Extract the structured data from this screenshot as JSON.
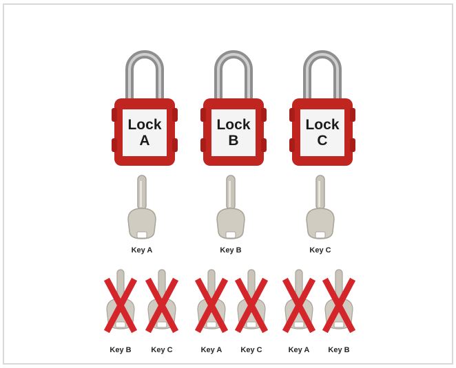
{
  "locks": [
    {
      "line1": "Lock",
      "line2": "A"
    },
    {
      "line1": "Lock",
      "line2": "B"
    },
    {
      "line1": "Lock",
      "line2": "C"
    }
  ],
  "correct_keys": [
    {
      "label": "Key A"
    },
    {
      "label": "Key B"
    },
    {
      "label": "Key C"
    }
  ],
  "wrong_keys": [
    {
      "label": "Key B"
    },
    {
      "label": "Key C"
    },
    {
      "label": "Key A"
    },
    {
      "label": "Key C"
    },
    {
      "label": "Key A"
    },
    {
      "label": "Key B"
    }
  ],
  "colors": {
    "lock_red": "#c0251f",
    "shackle_steel": "#9a9a9a",
    "label_white": "#f4f4f4",
    "key_silver": "#d0ccc2",
    "cross_red": "#d4262a"
  },
  "icons": [
    "padlock-icon",
    "key-icon",
    "cross-out-icon"
  ]
}
